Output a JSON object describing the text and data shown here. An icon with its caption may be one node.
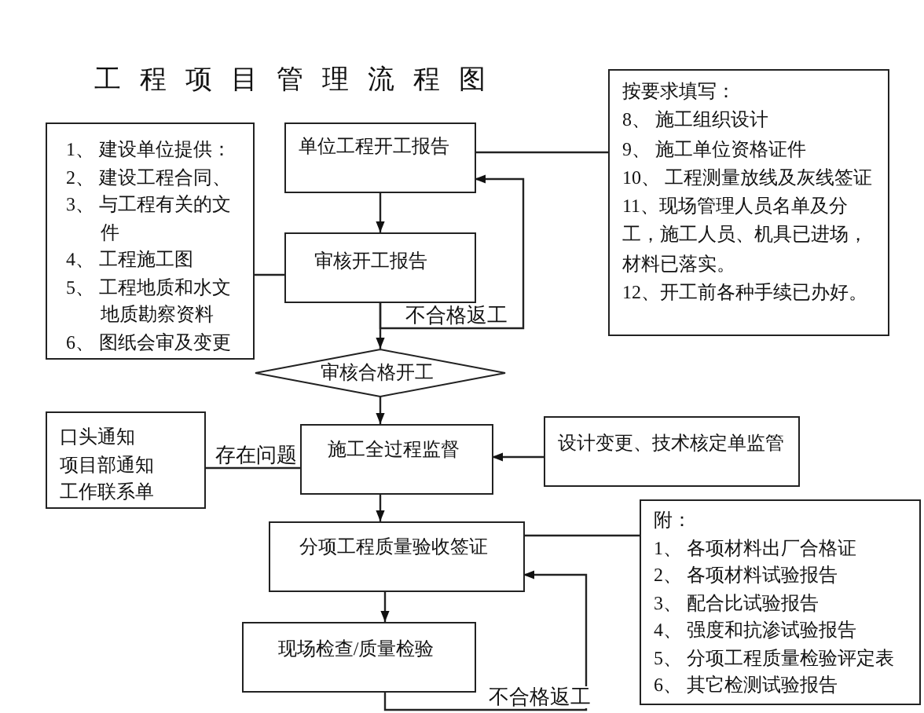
{
  "diagram": {
    "title": "工程项目管理流程图",
    "nodes": [
      {
        "text": [
          "1、 建设单位提供：",
          "2、 建设工程合同、",
          "3、 与工程有关的文件",
          "4、 工程施工图",
          "5、 工程地质和水文地质勘察资料",
          "6、 图纸会审及变更"
        ]
      },
      {
        "text": [
          "单位工程开工报告"
        ]
      },
      {
        "text": [
          "按要求填写：",
          "8、 施工组织设计",
          "9、 施工单位资格证件",
          "10、 工程测量放线及灰线签证",
          "11、现场管理人员名单及分工，施工人员、机具已进场，材料已落实。",
          "12、开工前各种手续已办好。"
        ]
      },
      {
        "text": [
          "审核开工报告"
        ]
      },
      {
        "text": [
          "审核合格开工"
        ]
      },
      {
        "text": [
          "口头通知",
          "项目部通知",
          "工作联系单"
        ]
      },
      {
        "text": [
          "施工全过程监督"
        ]
      },
      {
        "text": [
          "设计变更、技术核定单监管"
        ]
      },
      {
        "text": [
          "分项工程质量验收签证"
        ]
      },
      {
        "text": [
          "附：",
          "1、 各项材料出厂合格证",
          "2、 各项材料试验报告",
          "3、 配合比试验报告",
          "4、 强度和抗渗试验报告",
          "5、 分项工程质量检验评定表",
          "6、 其它检测试验报告"
        ]
      },
      {
        "text": [
          "现场检查/质量检验"
        ]
      }
    ],
    "edges": [
      {
        "from": 0,
        "to": 3,
        "arrow": "none"
      },
      {
        "from": 1,
        "to": 3,
        "arrow": "to"
      },
      {
        "from": 2,
        "to": 1,
        "arrow": "none"
      },
      {
        "from": 3,
        "to": 1,
        "arrow": "to",
        "label": "不合格返工"
      },
      {
        "from": 3,
        "to": 4,
        "arrow": "to"
      },
      {
        "from": 4,
        "to": 6,
        "arrow": "to"
      },
      {
        "from": 5,
        "to": 6,
        "arrow": "none",
        "label": "存在问题"
      },
      {
        "from": 7,
        "to": 6,
        "arrow": "to"
      },
      {
        "from": 6,
        "to": 8,
        "arrow": "to"
      },
      {
        "from": 9,
        "to": 8,
        "arrow": "none"
      },
      {
        "from": 8,
        "to": 10,
        "arrow": "to"
      },
      {
        "from": 10,
        "to": 8,
        "arrow": "to",
        "label": "不合格返工"
      }
    ]
  }
}
